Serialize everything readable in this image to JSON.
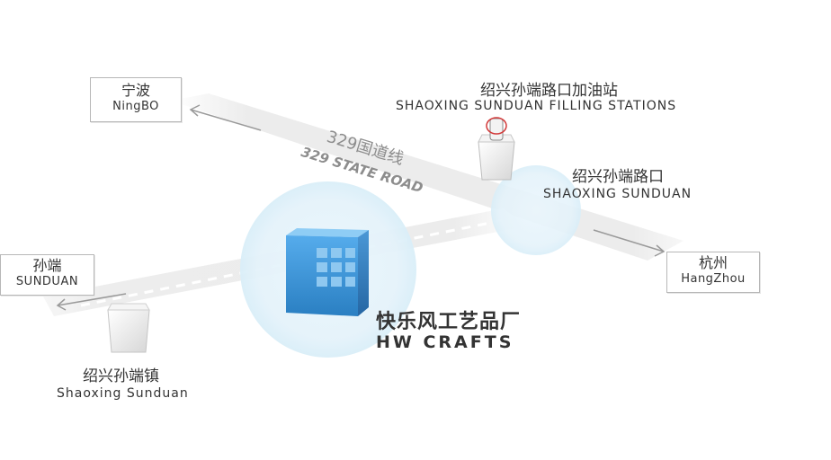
{
  "road": {
    "name_zh": "329国道线",
    "name_en": "329 STATE ROAD"
  },
  "places": {
    "ningbo": {
      "zh": "宁波",
      "en": "NingBO"
    },
    "hangzhou": {
      "zh": "杭州",
      "en": "HangZhou"
    },
    "sunduan_west": {
      "zh": "孙端",
      "en": "SUNDUAN"
    },
    "filling_station": {
      "zh": "绍兴孙端路口加油站",
      "en": "SHAOXING SUNDUAN FILLING STATIONS"
    },
    "junction": {
      "zh": "绍兴孙端路口",
      "en": "SHAOXING SUNDUAN"
    },
    "town": {
      "zh": "绍兴孙端镇",
      "en": "Shaoxing Sunduan"
    },
    "factory": {
      "zh": "快乐风工艺品厂",
      "en": "HW CRAFTS"
    }
  },
  "colors": {
    "factory_blue": "#3f97d6",
    "halo": "#e3f2fb",
    "road": "#ececec"
  }
}
